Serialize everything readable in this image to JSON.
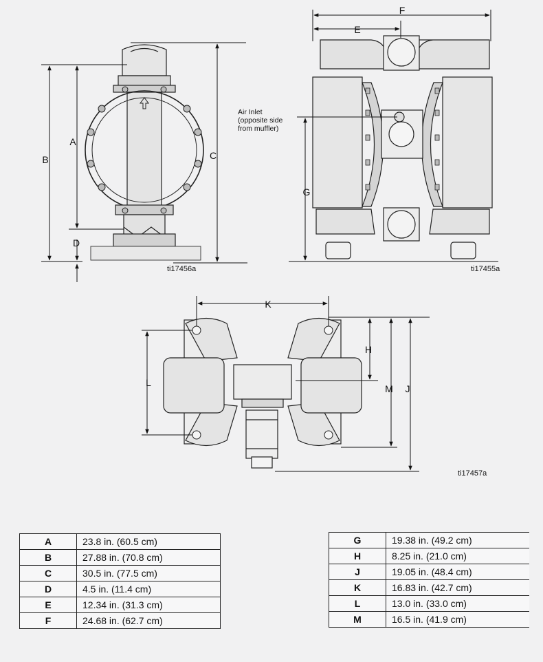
{
  "figure_refs": {
    "front_view": "ti17456a",
    "side_view": "ti17455a",
    "top_view": "ti17457a"
  },
  "annotation": {
    "air_inlet_line1": "Air Inlet",
    "air_inlet_line2": "(opposite side",
    "air_inlet_line3": "from muffler)"
  },
  "dimension_letters": {
    "A": "A",
    "B": "B",
    "C": "C",
    "D": "D",
    "E": "E",
    "F": "F",
    "G": "G",
    "H": "H",
    "J": "J",
    "K": "K",
    "L": "L",
    "M": "M"
  },
  "table_left": [
    {
      "key": "A",
      "value": "23.8 in. (60.5 cm)"
    },
    {
      "key": "B",
      "value": "27.88 in. (70.8 cm)"
    },
    {
      "key": "C",
      "value": "30.5 in. (77.5 cm)"
    },
    {
      "key": "D",
      "value": "4.5 in. (11.4 cm)"
    },
    {
      "key": "E",
      "value": "12.34 in. (31.3 cm)"
    },
    {
      "key": "F",
      "value": "24.68 in. (62.7 cm)"
    }
  ],
  "table_right": [
    {
      "key": "G",
      "value": "19.38 in. (49.2 cm)"
    },
    {
      "key": "H",
      "value": "8.25 in. (21.0 cm)"
    },
    {
      "key": "J",
      "value": "19.05 in. (48.4 cm)"
    },
    {
      "key": "K",
      "value": "16.83 in. (42.7 cm)"
    },
    {
      "key": "L",
      "value": "13.0 in. (33.0 cm)"
    },
    {
      "key": "M",
      "value": "16.5 in. (41.9 cm)"
    }
  ]
}
